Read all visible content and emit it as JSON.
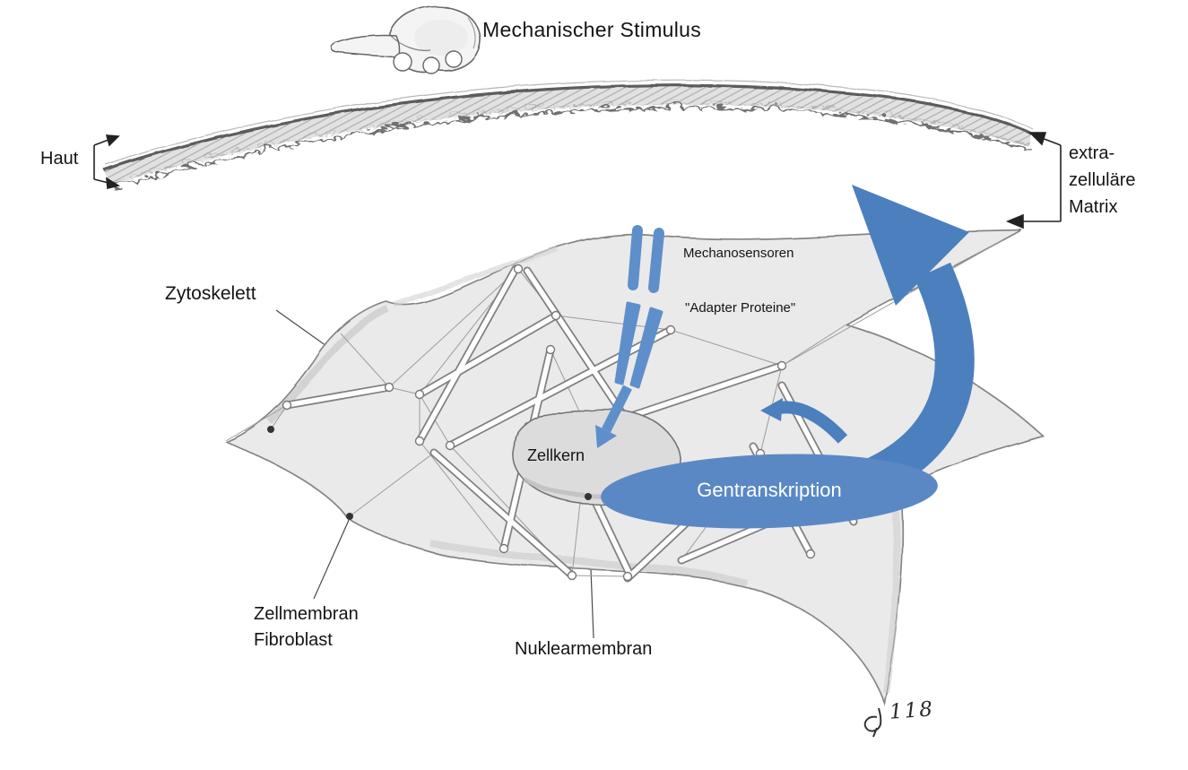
{
  "title": "Mechanischer Stimulus",
  "labels": {
    "haut": "Haut",
    "ecm": {
      "line1": "extra-",
      "line2": "zelluläre",
      "line3": "Matrix"
    },
    "zytoskelett": "Zytoskelett",
    "mechanosensoren": "Mechanosensoren",
    "adapter_proteine": "\"Adapter Proteine\"",
    "zellkern": "Zellkern",
    "gentranskription": "Gentranskription",
    "zellmembran": {
      "line1": "Zellmembran",
      "line2": "Fibroblast"
    },
    "nuklearmembran": "Nuklearmembran",
    "signature": "118"
  },
  "colors": {
    "signal_blue": "#5f8fca",
    "arrow_blue": "#4c7fbd",
    "pencil_gray": "#8b8b8b",
    "background": "#ffffff"
  }
}
